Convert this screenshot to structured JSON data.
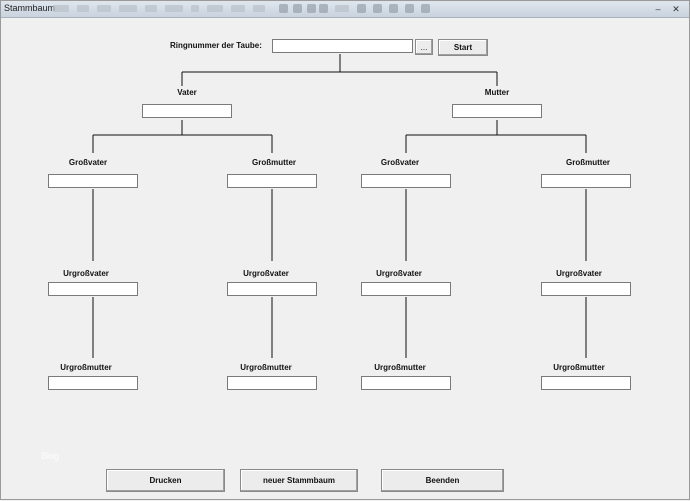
{
  "window": {
    "title": "Stammbaum"
  },
  "header": {
    "ring_label": "Ringnummer der Taube:",
    "ring_value": "",
    "browse_label": "...",
    "start_label": "Start"
  },
  "tree": {
    "father_label": "Vater",
    "mother_label": "Mutter",
    "grandfather_label": "Großvater",
    "grandmother_label": "Großmutter",
    "ggrandfather_label": "Urgroßvater",
    "ggrandmother_label": "Urgroßmutter"
  },
  "footer": {
    "print_label": "Drucken",
    "new_label": "neuer Stammbaum",
    "exit_label": "Beenden"
  },
  "watermark": "Blog"
}
